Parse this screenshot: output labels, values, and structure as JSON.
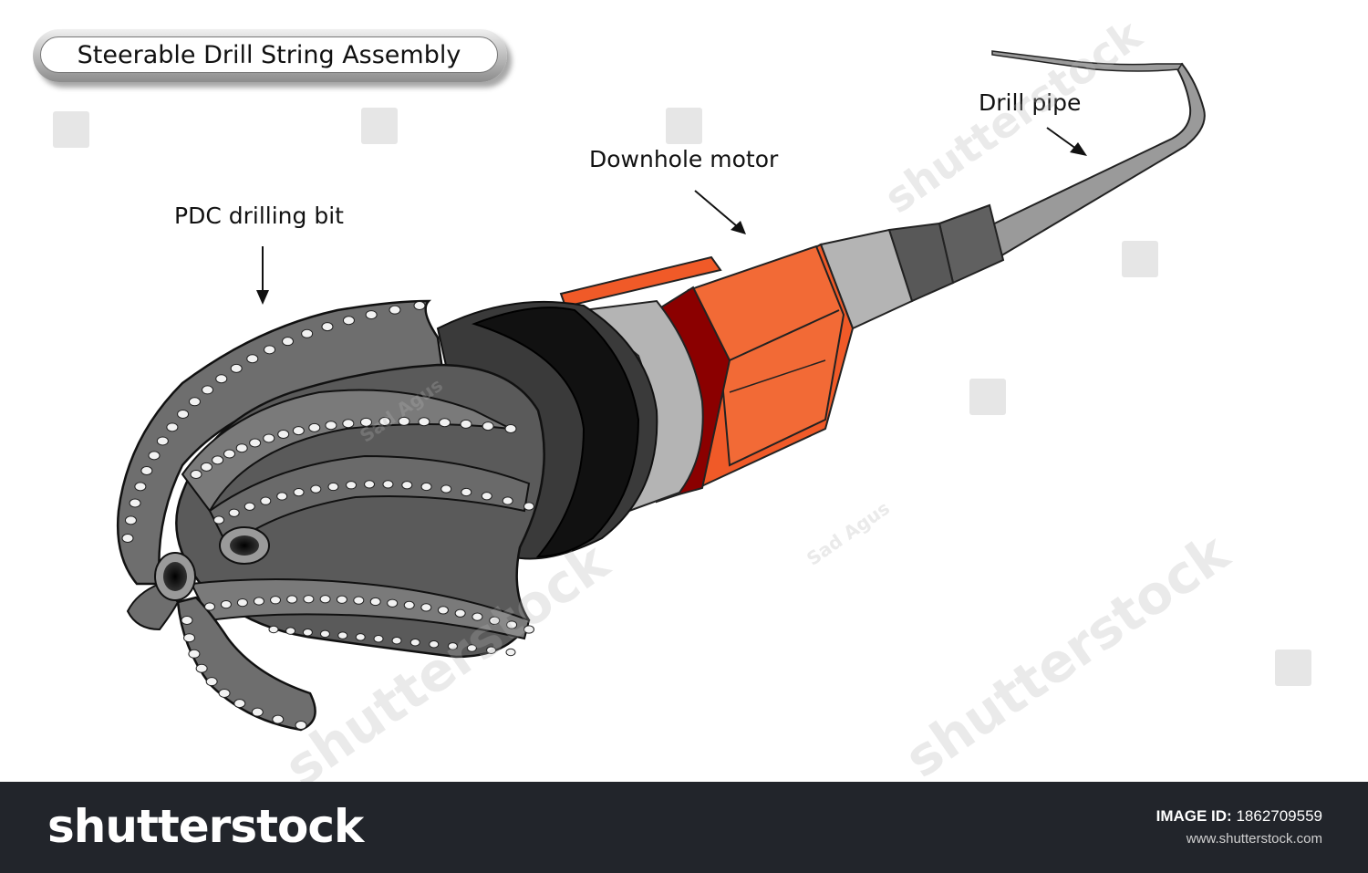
{
  "title": "Steerable Drill String Assembly",
  "labels": {
    "pdc_bit": "PDC drilling bit",
    "downhole_motor": "Downhole motor",
    "drill_pipe": "Drill pipe"
  },
  "watermark": {
    "brand": "shutterstock",
    "author": "Sad Agus"
  },
  "footer": {
    "brand": "shutterstock",
    "image_id_label": "IMAGE ID:",
    "image_id": "1862709559",
    "url": "www.shutterstock.com"
  },
  "colors": {
    "bit_grey": "#6e6e6e",
    "bit_dark": "#4a4a4a",
    "collar_black": "#111111",
    "collar_dark": "#3a3a3a",
    "light_grey": "#b4b4b4",
    "motor_orange": "#f05a28",
    "motor_red": "#8b0000",
    "pipe_grey": "#9a9a9a",
    "footer_bg": "#22252b"
  }
}
